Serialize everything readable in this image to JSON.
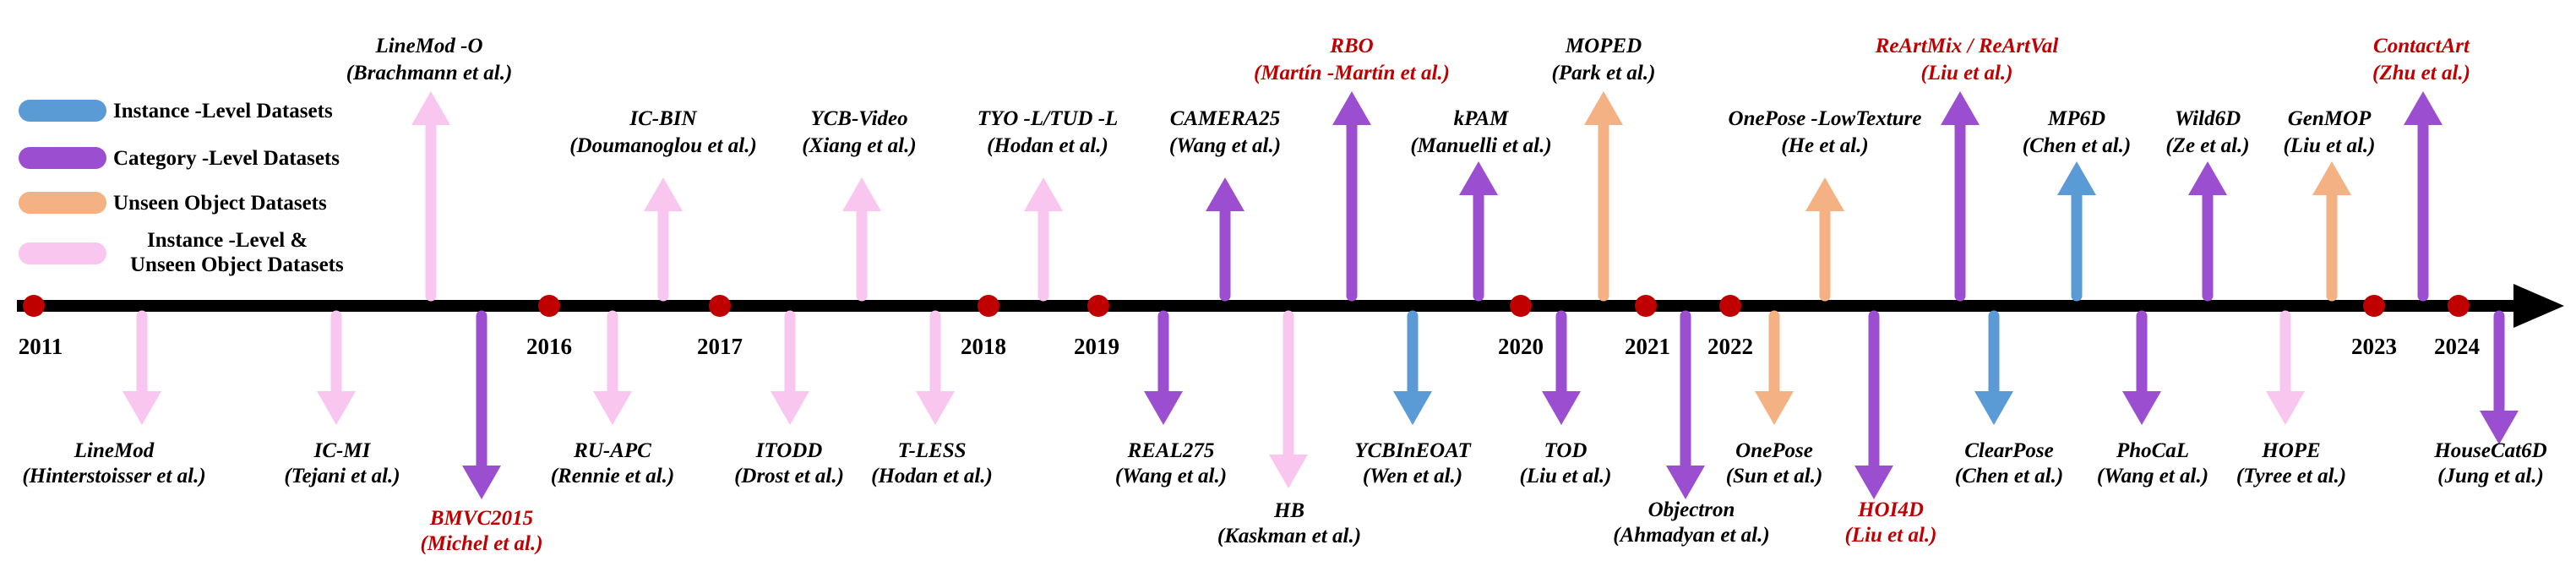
{
  "colors": {
    "instance": "#5b9bd5",
    "category": "#9b4fd0",
    "unseen": "#f4b183",
    "instance_unseen": "#f9c6f0",
    "axis": "#000000",
    "year_dot": "#c00000",
    "highlight_text": "#c00000",
    "normal_text": "#000000"
  },
  "legend": {
    "instance": "Instance -Level Datasets",
    "category": "Category -Level Datasets",
    "unseen": "Unseen Object Datasets",
    "instance_unseen_1": "Instance -Level &",
    "instance_unseen_2": "Unseen Object Datasets"
  },
  "years": [
    "2011",
    "2016",
    "2017",
    "2018",
    "2019",
    "2020",
    "2021",
    "2022",
    "2023",
    "2024"
  ],
  "datasets": [
    {
      "name": "LineMod",
      "author": "(Hinterstoisser et al.)",
      "type": "instance_unseen",
      "dir": "down",
      "highlight": false
    },
    {
      "name": "IC-MI",
      "author": "(Tejani  et al.)",
      "type": "instance_unseen",
      "dir": "down",
      "highlight": false
    },
    {
      "name": "LineMod -O",
      "author": "(Brachmann  et al.)",
      "type": "instance_unseen",
      "dir": "up",
      "highlight": false
    },
    {
      "name": "BMVC2015",
      "author": "(Michel et al.)",
      "type": "category",
      "dir": "down",
      "highlight": true
    },
    {
      "name": "RU-APC",
      "author": "(Rennie et al.)",
      "type": "instance_unseen",
      "dir": "down",
      "highlight": false
    },
    {
      "name": "IC-BIN",
      "author": "(Doumanoglou  et al.)",
      "type": "instance_unseen",
      "dir": "up",
      "highlight": false
    },
    {
      "name": "ITODD",
      "author": "(Drost  et al.)",
      "type": "instance_unseen",
      "dir": "down",
      "highlight": false
    },
    {
      "name": "YCB-Video",
      "author": "(Xiang et al.)",
      "type": "instance_unseen",
      "dir": "up",
      "highlight": false
    },
    {
      "name": "T-LESS",
      "author": "(Hodan  et al.)",
      "type": "instance_unseen",
      "dir": "down",
      "highlight": false
    },
    {
      "name": "TYO -L/TUD -L",
      "author": "(Hodan  et al.)",
      "type": "instance_unseen",
      "dir": "up",
      "highlight": false
    },
    {
      "name": "REAL275",
      "author": "(Wang et al.)",
      "type": "category",
      "dir": "down",
      "highlight": false
    },
    {
      "name": "CAMERA25",
      "author": "(Wang et al.)",
      "type": "category",
      "dir": "up",
      "highlight": false
    },
    {
      "name": "HB",
      "author": "(Kaskman  et al.)",
      "type": "instance_unseen",
      "dir": "down",
      "highlight": false
    },
    {
      "name": "RBO",
      "author": "(Martín -Martín et al.)",
      "type": "category",
      "dir": "up",
      "highlight": true
    },
    {
      "name": "YCBInEOAT",
      "author": "(Wen et al.)",
      "type": "instance",
      "dir": "down",
      "highlight": false
    },
    {
      "name": "kPAM",
      "author": "(Manuelli  et al.)",
      "type": "category",
      "dir": "up",
      "highlight": false
    },
    {
      "name": "TOD",
      "author": "(Liu et al.)",
      "type": "category",
      "dir": "down",
      "highlight": false
    },
    {
      "name": "MOPED",
      "author": "(Park et al.)",
      "type": "unseen",
      "dir": "up",
      "highlight": false
    },
    {
      "name": "Objectron",
      "author": "(Ahmadyan  et al.)",
      "type": "category",
      "dir": "down",
      "highlight": false
    },
    {
      "name": "OnePose",
      "author": "(Sun et al.)",
      "type": "unseen",
      "dir": "down",
      "highlight": false
    },
    {
      "name": "OnePose -LowTexture",
      "author": "(He et al.)",
      "type": "unseen",
      "dir": "up",
      "highlight": false
    },
    {
      "name": "HOI4D",
      "author": "(Liu et al.)",
      "type": "category",
      "dir": "down",
      "highlight": true
    },
    {
      "name": "ReArtMix  / ReArtVal",
      "author": "(Liu et al.)",
      "type": "category",
      "dir": "up",
      "highlight": true
    },
    {
      "name": "ClearPose",
      "author": "(Chen et al.)",
      "type": "instance",
      "dir": "down",
      "highlight": false
    },
    {
      "name": "MP6D",
      "author": "(Chen et al.)",
      "type": "instance",
      "dir": "up",
      "highlight": false
    },
    {
      "name": "PhoCaL",
      "author": "(Wang et al.)",
      "type": "category",
      "dir": "down",
      "highlight": false
    },
    {
      "name": "Wild6D",
      "author": "(Ze et al.)",
      "type": "category",
      "dir": "up",
      "highlight": false
    },
    {
      "name": "HOPE",
      "author": "(Tyree et al.)",
      "type": "instance_unseen",
      "dir": "down",
      "highlight": false
    },
    {
      "name": "GenMOP",
      "author": "(Liu et al.)",
      "type": "unseen",
      "dir": "up",
      "highlight": false
    },
    {
      "name": "ContactArt",
      "author": "(Zhu et al.)",
      "type": "category",
      "dir": "up",
      "highlight": true
    },
    {
      "name": "HouseCat6D",
      "author": "(Jung et al.)",
      "type": "category",
      "dir": "down",
      "highlight": false
    }
  ]
}
